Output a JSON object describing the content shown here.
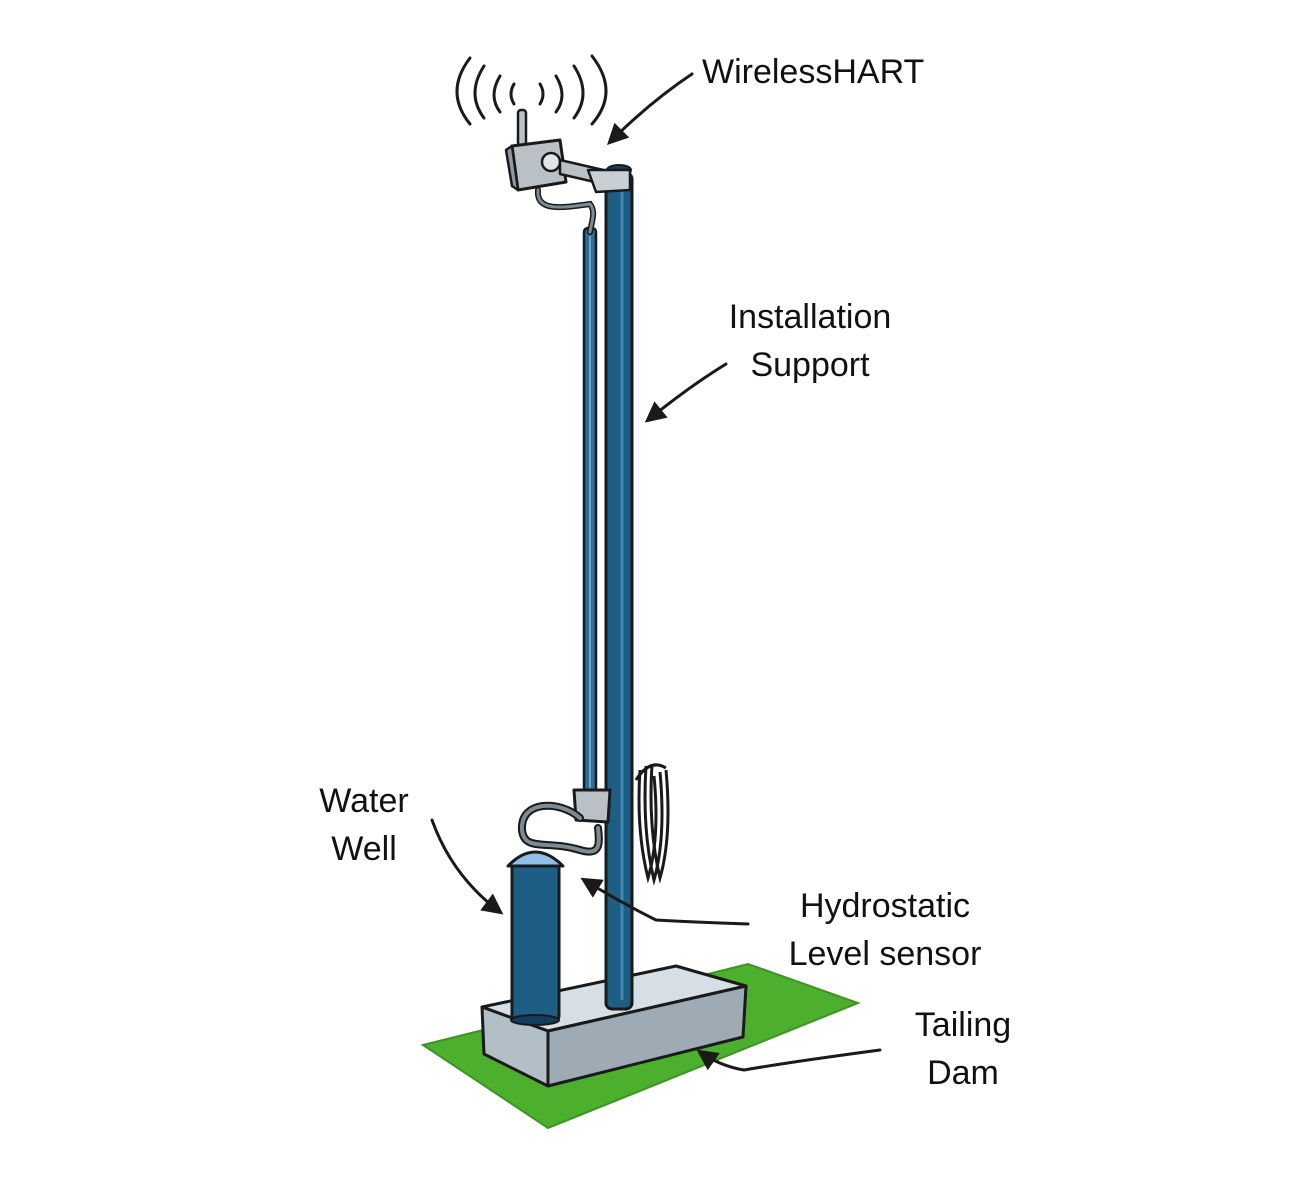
{
  "colors": {
    "pole_blue": "#1e5d84",
    "pole_blue_dark": "#123f5e",
    "well_cap": "#8fbfe6",
    "concrete": "#c8d4dc",
    "concrete_side": "#a7b4bd",
    "grass": "#4caf2e",
    "device_gray": "#b9c1c7",
    "outline": "#1a1a1a"
  },
  "labels": {
    "wirelesshart": "WirelessHART",
    "installation_support": [
      "Installation",
      "Support"
    ],
    "water_well": [
      "Water",
      "Well"
    ],
    "hydrostatic_level_sensor": [
      "Hydrostatic",
      "Level sensor"
    ],
    "tailing_dam": [
      "Tailing",
      "Dam"
    ]
  }
}
